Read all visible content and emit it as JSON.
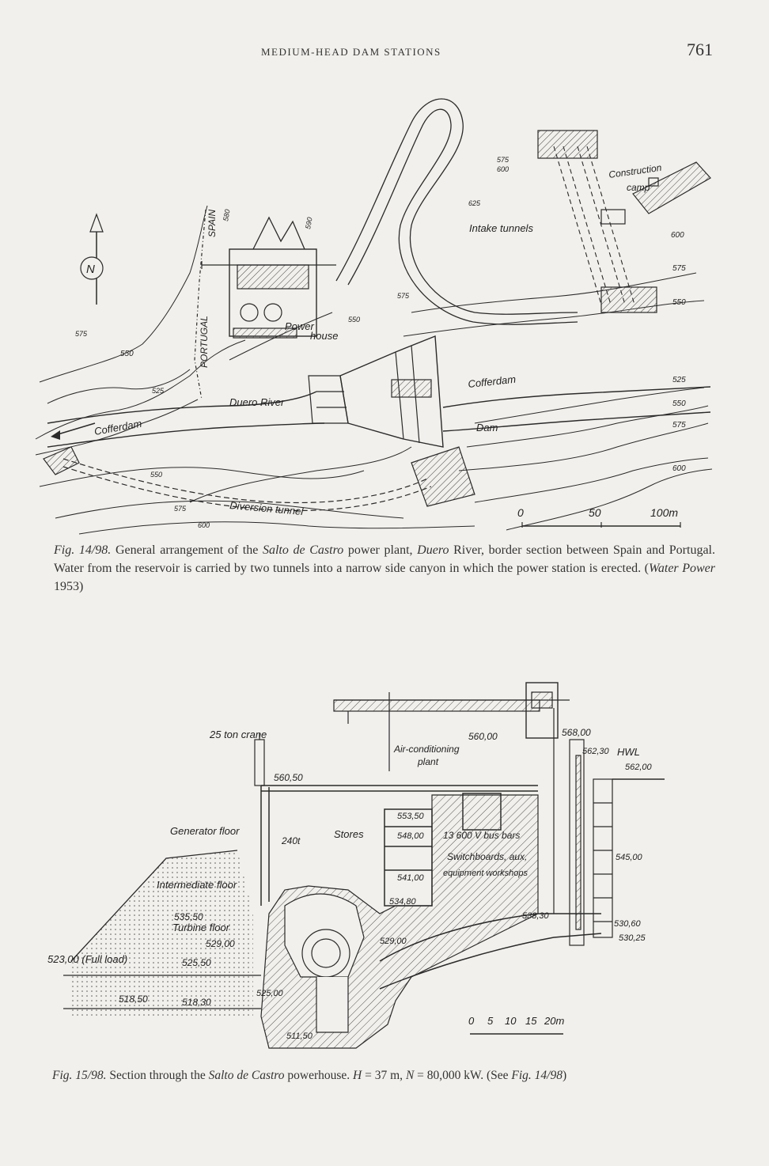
{
  "header": {
    "running_head": "MEDIUM-HEAD DAM STATIONS",
    "page_number": "761"
  },
  "figure1": {
    "labels": {
      "north": "N",
      "spain": "SPAIN",
      "portugal": "PORTUGAL",
      "power_house_1": "Power",
      "power_house_2": "house",
      "duero_river": "Duero River",
      "cofferdam_left": "Cofferdam",
      "cofferdam_right": "Cofferdam",
      "dam": "Dam",
      "diversion_tunnel": "Diversion tunnel",
      "intake_tunnels": "Intake tunnels",
      "construction_camp_1": "Construction",
      "construction_camp_2": "camp"
    },
    "contours": {
      "c575_left": "575",
      "c550_left": "550",
      "c525_left": "525",
      "c550_bottom": "550",
      "c575_bottom": "575",
      "c600_bottom": "600",
      "c575_top": "575",
      "c600_top": "600",
      "c625": "625",
      "c550_ph": "550",
      "c575_mid": "575",
      "c580": "580",
      "c590": "590",
      "r600": "600",
      "r575": "575",
      "r550": "550",
      "r525": "525",
      "r550b": "550",
      "r575b": "575",
      "r600b": "600"
    },
    "scale": {
      "s0": "0",
      "s50": "50",
      "s100": "100m"
    },
    "caption": {
      "fig_no": "Fig. 14/98.",
      "t1": " General arrangement of the ",
      "name": "Salto de Castro",
      "t2": " power plant, ",
      "river": "Duero",
      "t3": " River, border section between Spain and Portugal. Water from the reservoir is carried by two tunnels into a narrow side canyon in which the power station is erected. (",
      "source": "Water Power",
      "t4": " 1953)"
    }
  },
  "figure2": {
    "labels": {
      "crane": "25 ton crane",
      "air_1": "Air-conditioning",
      "air_2": "plant",
      "generator_floor": "Generator floor",
      "intermediate_floor": "Intermediate floor",
      "turbine_floor": "Turbine floor",
      "full_load": "523,00 (Full load)",
      "stores": "Stores",
      "bus_bars": "13 600 V bus bars",
      "switch_1": "Switchboards, aux,",
      "switch_2": "equipment workshops",
      "hwl": "HWL",
      "load240": "240t"
    },
    "elevations": {
      "e560_50": "560,50",
      "e560_00": "560,00",
      "e568_00": "568,00",
      "e562_30": "562,30",
      "e562_00": "562,00",
      "e553_50": "553,50",
      "e548_00": "548,00",
      "e541_00": "541,00",
      "e545_00": "545,00",
      "e534_80": "534,80",
      "e538_30": "538,30",
      "e535_50": "535,50",
      "e529_00a": "529,00",
      "e529_00b": "529,00",
      "e525_50": "525,50",
      "e525_00": "525,00",
      "e530_60": "530,60",
      "e530_25": "530,25",
      "e518_50": "518,50",
      "e518_30": "518,30",
      "e511_50": "511,50"
    },
    "scale": {
      "s0": "0",
      "s5": "5",
      "s10": "10",
      "s15": "15",
      "s20": "20m"
    },
    "caption": {
      "fig_no": "Fig. 15/98.",
      "t1": " Section through the ",
      "name": "Salto de Castro",
      "t2": " powerhouse. ",
      "h": "H",
      "t3": " = 37 m, ",
      "n": "N",
      "t4": " = 80,000 kW. (See ",
      "ref": "Fig. 14/98",
      "t5": ")"
    }
  },
  "colors": {
    "ink": "#2a2a2a",
    "paper": "#f2f0ec"
  }
}
